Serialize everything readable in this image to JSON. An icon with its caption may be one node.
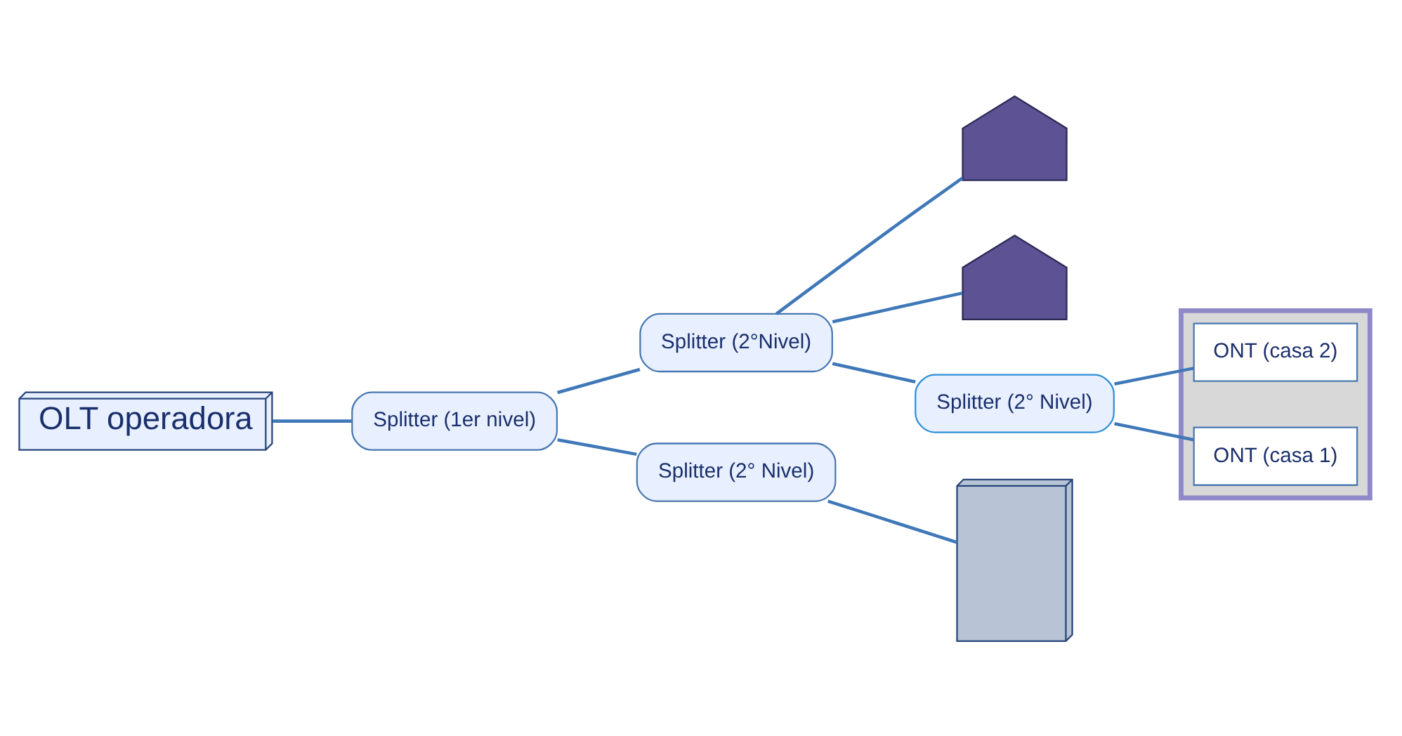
{
  "diagram": {
    "nodes": [
      {
        "text": [],
        "shape": "picture"
      },
      {
        "text": [
          "ONT (casa 2)"
        ],
        "in": 0
      },
      {
        "text": [
          "ONT (casa 1)"
        ],
        "in": 0
      },
      {
        "text": [],
        "shape": "picture"
      },
      {
        "text": [],
        "shape": "picture"
      },
      {
        "text": [
          "Splitter (2° Nivel)"
        ]
      },
      {
        "text": [
          "Splitter (2°Nivel)"
        ]
      },
      {
        "text": [
          "OLT operadora"
        ]
      },
      {
        "text": [],
        "shape": "picture"
      },
      {
        "text": [
          "Splitter (1er nivel)"
        ]
      },
      {
        "text": [
          "Splitter (2° Nivel)"
        ]
      }
    ],
    "edges": [
      {
        "from": 7,
        "to": 9,
        "arrow": "none"
      },
      {
        "from": 9,
        "to": 6,
        "arrow": "none"
      },
      {
        "from": 9,
        "to": 10,
        "arrow": "none"
      },
      {
        "from": 6,
        "to": 5,
        "arrow": "none"
      },
      {
        "from": 6,
        "to": 3,
        "arrow": "none"
      },
      {
        "from": 6,
        "to": 4,
        "arrow": "none"
      },
      {
        "from": 5,
        "to": 1,
        "arrow": "none"
      },
      {
        "from": 5,
        "to": 2,
        "arrow": "none"
      },
      {
        "from": 10,
        "to": 8,
        "arrow": "none"
      }
    ]
  }
}
